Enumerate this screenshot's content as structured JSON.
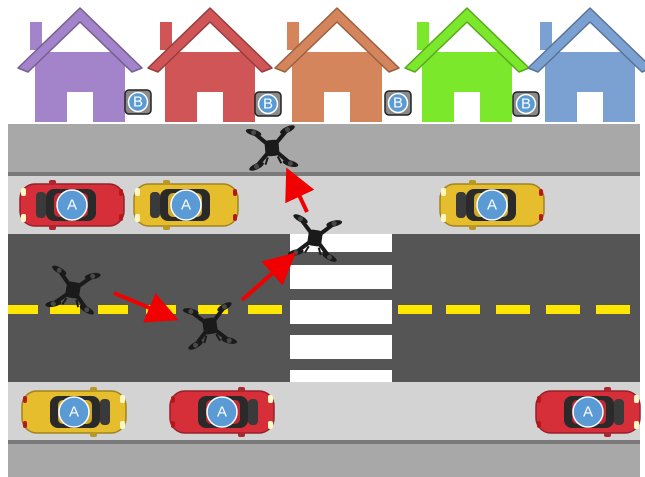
{
  "labels": {
    "parked_car": "A",
    "box": "B"
  },
  "colors": {
    "house_purple": "#A383C9",
    "house_red": "#D05556",
    "house_brown": "#D4855C",
    "house_green": "#7CE82B",
    "house_blue": "#7BA0D2",
    "road": "#555555",
    "lane_marking": "#FFE600",
    "crosswalk": "#ffffff",
    "sidewalk": "#CFCFCF",
    "sidewalk_gray": "#A8A8A8",
    "car_red": "#D62F3A",
    "car_yellow": "#E6BD2C",
    "badge_blue": "#5B9BD5",
    "arrow": "#F00000",
    "drone": "#1A1A1A"
  },
  "houses": [
    {
      "name": "house-purple",
      "color_key": "house_purple"
    },
    {
      "name": "house-red",
      "color_key": "house_red"
    },
    {
      "name": "house-brown",
      "color_key": "house_brown"
    },
    {
      "name": "house-green",
      "color_key": "house_green"
    },
    {
      "name": "house-blue",
      "color_key": "house_blue"
    }
  ],
  "icons": {
    "drone": "drone-icon",
    "car": "car-icon",
    "box": "delivery-box-icon",
    "arrow": "path-arrow"
  }
}
